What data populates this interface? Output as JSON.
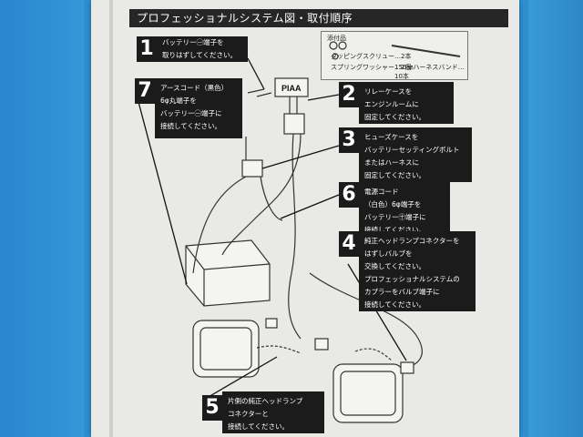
{
  "title": "プロフェッショナルシステム図・取付順序",
  "accessories": {
    "header": "添付品",
    "items": [
      "タッピングスクリュー…2本",
      "スプリングワッシャー…2個",
      "150㎜ハーネスバンド…10本"
    ]
  },
  "relay_brand": "PIAA",
  "steps": [
    {
      "number": "1",
      "lines": [
        "バッテリー㊀端子を",
        "取りはずしてください。"
      ]
    },
    {
      "number": "7",
      "lines": [
        "アースコード（黒色）",
        "6φ丸端子を",
        "バッテリー㊀端子に",
        "接続してください。"
      ]
    },
    {
      "number": "2",
      "lines": [
        "リレーケースを",
        "エンジンルームに",
        "固定してください。"
      ]
    },
    {
      "number": "3",
      "lines": [
        "ヒューズケースを",
        "バッテリーセッティングボルト",
        "またはハーネスに",
        "固定してください。"
      ]
    },
    {
      "number": "6",
      "lines": [
        "電源コード",
        "（白色）6φ端子を",
        "バッテリー㊉端子に",
        "接続してください。"
      ]
    },
    {
      "number": "4",
      "lines": [
        "純正ヘッドランプコネクターを",
        "はずしバルブを",
        "交換してください。",
        "プロフェッショナルシステムの",
        "カプラーをバルブ端子に",
        "接続してください。"
      ]
    },
    {
      "number": "5",
      "lines": [
        "片側の純正ヘッドランプ",
        "コネクターと",
        "接続してください。"
      ]
    }
  ]
}
